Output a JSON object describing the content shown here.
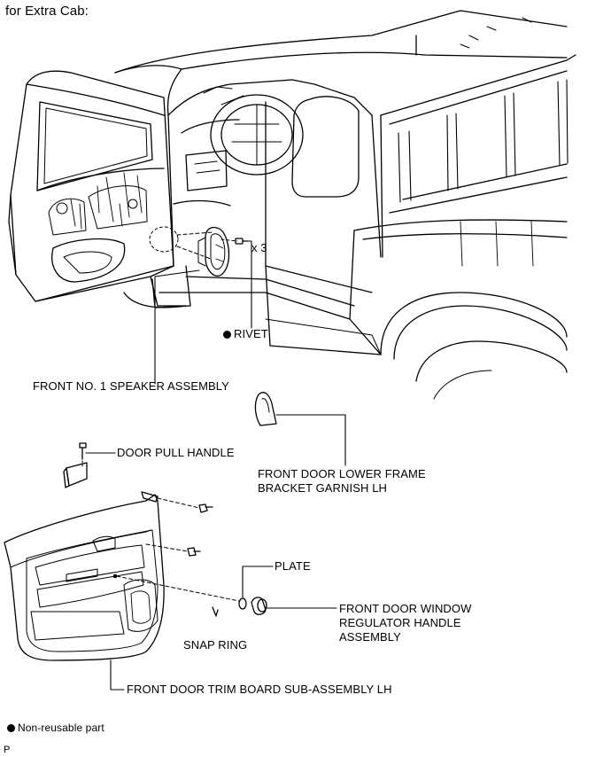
{
  "header": {
    "title": "for Extra Cab:"
  },
  "callouts": {
    "quantity": "x 3",
    "rivet": "RIVET",
    "speaker": "FRONT NO. 1 SPEAKER ASSEMBLY",
    "door_pull_handle": "DOOR PULL HANDLE",
    "garnish_line1": "FRONT DOOR LOWER FRAME",
    "garnish_line2": "BRACKET GARNISH LH",
    "plate": "PLATE",
    "regulator_line1": "FRONT DOOR WINDOW",
    "regulator_line2": "REGULATOR HANDLE",
    "regulator_line3": "ASSEMBLY",
    "snap_ring": "SNAP RING",
    "trim_board": "FRONT DOOR TRIM BOARD SUB-ASSEMBLY LH"
  },
  "legend": {
    "non_reusable": "Non-reusable part"
  },
  "footer": {
    "code": "P"
  },
  "colors": {
    "ink": "#000000",
    "paper": "#ffffff"
  }
}
